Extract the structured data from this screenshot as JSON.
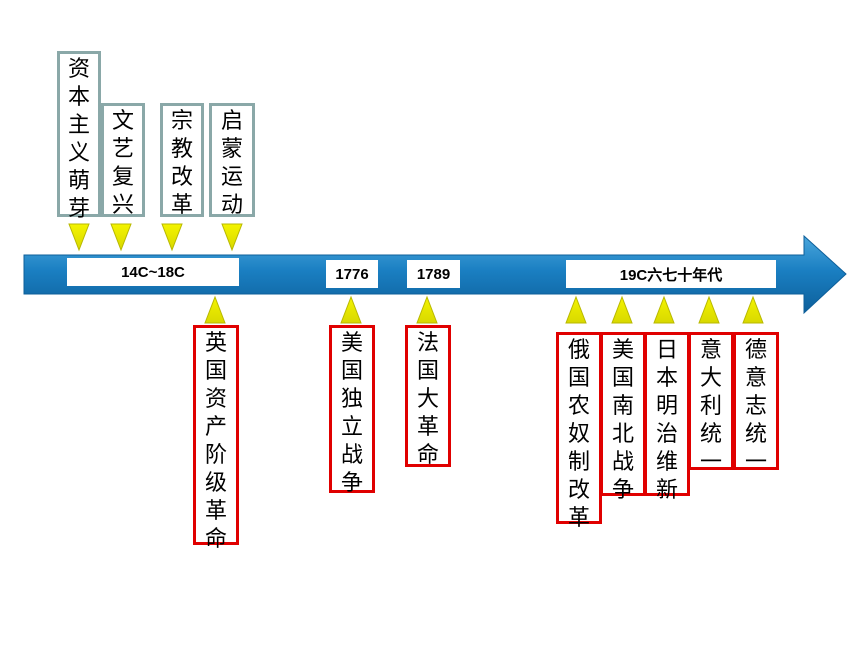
{
  "timeline": {
    "colors": {
      "bar": "#1a7fc2",
      "bar_light": "#4aa6dc",
      "top_border": "#8aa8a8",
      "bottom_border": "#e00000",
      "triangle": "#e8e800"
    },
    "labels": [
      {
        "id": "period",
        "text": "14C~18C"
      },
      {
        "id": "y1776",
        "text": "1776"
      },
      {
        "id": "y1789",
        "text": "1789"
      },
      {
        "id": "c19",
        "text": "19C六七十年代"
      }
    ]
  },
  "top_events": [
    {
      "id": "capitalism",
      "text": "资本主义萌芽"
    },
    {
      "id": "renaissance",
      "text": "文艺复兴"
    },
    {
      "id": "reformation",
      "text": "宗教改革"
    },
    {
      "id": "enlightenment",
      "text": "启蒙运动"
    }
  ],
  "bottom_events": [
    {
      "id": "english_revolution",
      "text": "英国资产阶级革命"
    },
    {
      "id": "us_independence",
      "text": "美国独立战争"
    },
    {
      "id": "french_revolution",
      "text": "法国大革命"
    },
    {
      "id": "russian_serfdom",
      "text": "俄国农奴制改革"
    },
    {
      "id": "us_civil_war",
      "text": "美国南北战争"
    },
    {
      "id": "meiji",
      "text": "日本明治维新"
    },
    {
      "id": "italy",
      "text": "意大利统一"
    },
    {
      "id": "germany",
      "text": "德意志统一"
    }
  ]
}
